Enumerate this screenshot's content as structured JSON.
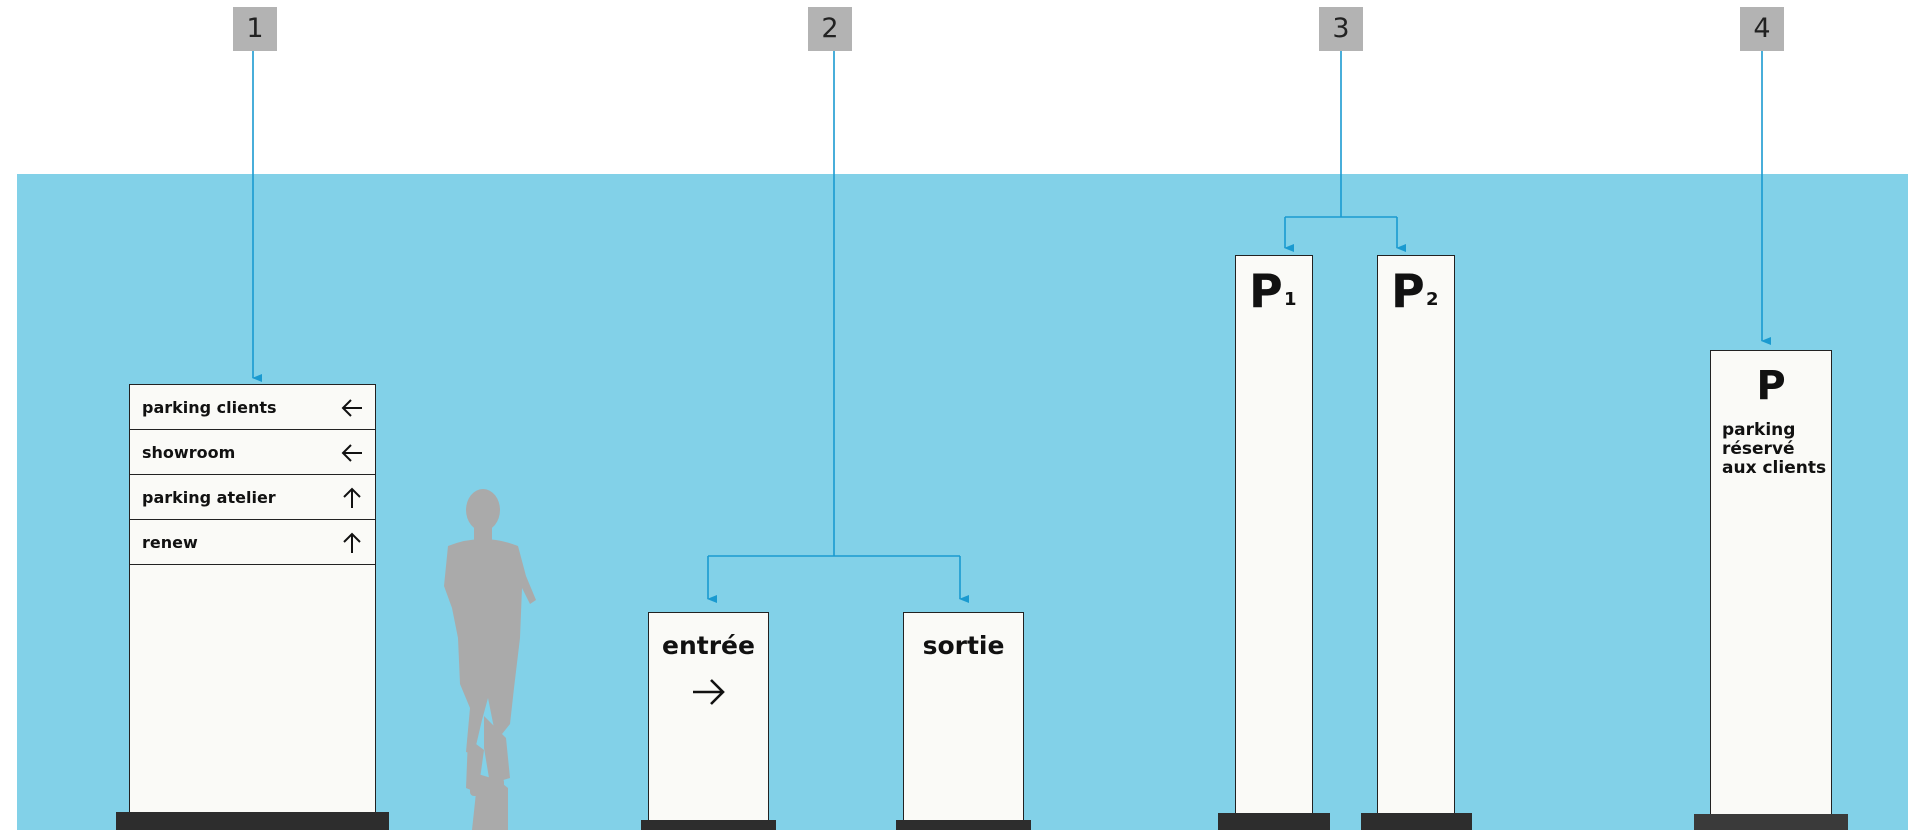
{
  "callouts": [
    "1",
    "2",
    "3",
    "4"
  ],
  "sign1": {
    "rows": [
      {
        "label": "parking clients",
        "arrow": "left-arrow"
      },
      {
        "label": "showroom",
        "arrow": "left-arrow"
      },
      {
        "label": "parking atelier",
        "arrow": "up-arrow"
      },
      {
        "label": "renew",
        "arrow": "up-arrow"
      }
    ]
  },
  "sign2": {
    "entree": {
      "label": "entrée",
      "arrow": "right-arrow"
    },
    "sortie": {
      "label": "sortie"
    }
  },
  "sign3": {
    "p1": {
      "letter": "P",
      "sub": "1"
    },
    "p2": {
      "letter": "P",
      "sub": "2"
    }
  },
  "sign4": {
    "letter": "P",
    "line1": "parking",
    "line2": "réservé",
    "line3": "aux clients"
  },
  "colors": {
    "background": "#82d1e8",
    "leader": "#1a9ad0",
    "callout_box": "#b3b3b3",
    "sign_panel": "#fafaf7",
    "base": "#2d2d2d",
    "silhouette": "#aaaaaa"
  }
}
